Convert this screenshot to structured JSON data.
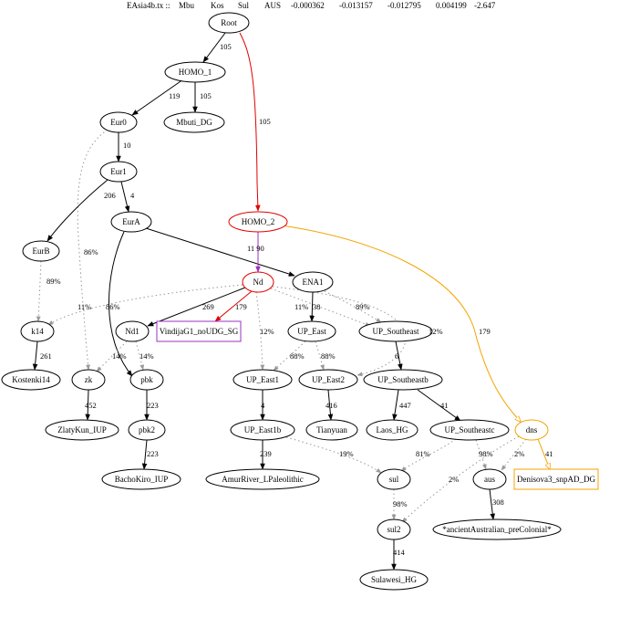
{
  "header": {
    "title": "EAsia4b.tx ::",
    "cols": [
      "Mbu",
      "Kos",
      "Sul",
      "AUS"
    ],
    "stats": [
      "-0.000362",
      "-0.013157",
      "-0.012795",
      "0.004199",
      "-2.647"
    ]
  },
  "colors": {
    "black": "#000000",
    "red": "#e00000",
    "orange": "#f4a300",
    "purple": "#9b30c0",
    "grey": "#999999"
  },
  "nodes": [
    {
      "id": "Root",
      "label": "Root",
      "shape": "ellipse"
    },
    {
      "id": "HOMO_1",
      "label": "HOMO_1",
      "shape": "ellipse"
    },
    {
      "id": "Mbuti_DG",
      "label": "Mbuti_DG",
      "shape": "ellipse"
    },
    {
      "id": "Eur0",
      "label": "Eur0",
      "shape": "ellipse"
    },
    {
      "id": "Eur1",
      "label": "Eur1",
      "shape": "ellipse"
    },
    {
      "id": "EurA",
      "label": "EurA",
      "shape": "ellipse"
    },
    {
      "id": "EurB",
      "label": "EurB",
      "shape": "ellipse"
    },
    {
      "id": "HOMO_2",
      "label": "HOMO_2",
      "shape": "ellipse",
      "color": "red"
    },
    {
      "id": "Nd",
      "label": "Nd",
      "shape": "ellipse",
      "color": "red"
    },
    {
      "id": "ENA1",
      "label": "ENA1",
      "shape": "ellipse"
    },
    {
      "id": "k14",
      "label": "k14",
      "shape": "ellipse"
    },
    {
      "id": "Nd1",
      "label": "Nd1",
      "shape": "ellipse"
    },
    {
      "id": "Vindija",
      "label": "VindijaG1_noUDG_SG",
      "shape": "box",
      "color": "purple"
    },
    {
      "id": "UP_East",
      "label": "UP_East",
      "shape": "ellipse"
    },
    {
      "id": "UP_Southeast",
      "label": "UP_Southeast",
      "shape": "ellipse"
    },
    {
      "id": "Kostenki14",
      "label": "Kostenki14",
      "shape": "ellipse"
    },
    {
      "id": "zk",
      "label": "zk",
      "shape": "ellipse"
    },
    {
      "id": "pbk",
      "label": "pbk",
      "shape": "ellipse"
    },
    {
      "id": "UP_East1",
      "label": "UP_East1",
      "shape": "ellipse"
    },
    {
      "id": "UP_East2",
      "label": "UP_East2",
      "shape": "ellipse"
    },
    {
      "id": "UP_Southeastb",
      "label": "UP_Southeastb",
      "shape": "ellipse"
    },
    {
      "id": "ZlatyKun_IUP",
      "label": "ZlatyKun_IUP",
      "shape": "ellipse"
    },
    {
      "id": "pbk2",
      "label": "pbk2",
      "shape": "ellipse"
    },
    {
      "id": "UP_East1b",
      "label": "UP_East1b",
      "shape": "ellipse"
    },
    {
      "id": "Tianyuan",
      "label": "Tianyuan",
      "shape": "ellipse"
    },
    {
      "id": "Laos_HG",
      "label": "Laos_HG",
      "shape": "ellipse"
    },
    {
      "id": "UP_Southeastc",
      "label": "UP_Southeastc",
      "shape": "ellipse"
    },
    {
      "id": "dns",
      "label": "dns",
      "shape": "ellipse",
      "color": "orange"
    },
    {
      "id": "BachoKiro_IUP",
      "label": "BachoKiro_IUP",
      "shape": "ellipse"
    },
    {
      "id": "AmurRiver",
      "label": "AmurRiver_LPaleolithic",
      "shape": "ellipse"
    },
    {
      "id": "sul",
      "label": "sul",
      "shape": "ellipse"
    },
    {
      "id": "aus",
      "label": "aus",
      "shape": "ellipse"
    },
    {
      "id": "Denisova3",
      "label": "Denisova3_snpAD_DG",
      "shape": "box",
      "color": "orange"
    },
    {
      "id": "sul2",
      "label": "sul2",
      "shape": "ellipse"
    },
    {
      "id": "ancientAus",
      "label": "*ancientAustralian_preColonial*",
      "shape": "ellipse"
    },
    {
      "id": "Sulawesi_HG",
      "label": "Sulawesi_HG",
      "shape": "ellipse"
    }
  ],
  "edges": [
    {
      "id": "e1",
      "from": "Root",
      "to": "HOMO_1",
      "label": "105",
      "style": "solid",
      "color": "black"
    },
    {
      "id": "e2",
      "from": "Root",
      "to": "HOMO_2",
      "label": "105",
      "style": "solid",
      "color": "red"
    },
    {
      "id": "e3",
      "from": "HOMO_1",
      "to": "Eur0",
      "label": "119",
      "style": "solid",
      "color": "black"
    },
    {
      "id": "e4",
      "from": "HOMO_1",
      "to": "Mbuti_DG",
      "label": "105",
      "style": "solid",
      "color": "black"
    },
    {
      "id": "e5",
      "from": "Eur0",
      "to": "Eur1",
      "label": "10",
      "style": "solid",
      "color": "black"
    },
    {
      "id": "e6",
      "from": "Eur0",
      "to": "zk",
      "label": "86%",
      "style": "dotted",
      "color": "grey"
    },
    {
      "id": "e7",
      "from": "Eur1",
      "to": "EurB",
      "label": "206",
      "style": "solid",
      "color": "black"
    },
    {
      "id": "e8",
      "from": "Eur1",
      "to": "EurA",
      "label": "4",
      "style": "solid",
      "color": "black"
    },
    {
      "id": "e9",
      "from": "EurA",
      "to": "ENA1",
      "label": "",
      "style": "solid",
      "color": "black"
    },
    {
      "id": "e10",
      "from": "EurA",
      "to": "pbk",
      "label": "86%",
      "style": "solid",
      "color": "black"
    },
    {
      "id": "e11",
      "from": "EurB",
      "to": "k14",
      "label": "89%",
      "style": "dotted",
      "color": "grey"
    },
    {
      "id": "e12",
      "from": "HOMO_2",
      "to": "Nd",
      "label": "11 90",
      "style": "solid",
      "color": "purple"
    },
    {
      "id": "e13",
      "from": "HOMO_2",
      "to": "dns",
      "label": "179",
      "style": "solid",
      "color": "orange"
    },
    {
      "id": "e14",
      "from": "Nd",
      "to": "Nd1",
      "label": "269",
      "style": "solid",
      "color": "black"
    },
    {
      "id": "e15",
      "from": "Nd",
      "to": "Vindija",
      "label": "179",
      "style": "solid",
      "color": "red"
    },
    {
      "id": "e16",
      "from": "Nd",
      "to": "k14",
      "label": "11%",
      "style": "dotted",
      "color": "grey"
    },
    {
      "id": "e17",
      "from": "Nd",
      "to": "UP_East1",
      "label": "12%",
      "style": "dotted",
      "color": "grey"
    },
    {
      "id": "e18",
      "from": "Nd",
      "to": "UP_Southeast",
      "label": "11%",
      "style": "dotted",
      "color": "grey"
    },
    {
      "id": "e19",
      "from": "Nd",
      "to": "UP_East2",
      "label": "12%",
      "style": "dotted",
      "color": "grey"
    },
    {
      "id": "e20",
      "from": "ENA1",
      "to": "UP_East",
      "label": "38",
      "style": "solid",
      "color": "black"
    },
    {
      "id": "e21",
      "from": "ENA1",
      "to": "UP_Southeast",
      "label": "89%",
      "style": "dotted",
      "color": "grey"
    },
    {
      "id": "e22",
      "from": "k14",
      "to": "Kostenki14",
      "label": "261",
      "style": "solid",
      "color": "black"
    },
    {
      "id": "e23",
      "from": "Nd1",
      "to": "zk",
      "label": "14%",
      "style": "dotted",
      "color": "grey"
    },
    {
      "id": "e24",
      "from": "Nd1",
      "to": "pbk",
      "label": "14%",
      "style": "dotted",
      "color": "grey"
    },
    {
      "id": "e25",
      "from": "UP_East",
      "to": "UP_East1",
      "label": "88%",
      "style": "dotted",
      "color": "grey"
    },
    {
      "id": "e26",
      "from": "UP_East",
      "to": "UP_East2",
      "label": "88%",
      "style": "dotted",
      "color": "grey"
    },
    {
      "id": "e27",
      "from": "UP_Southeast",
      "to": "UP_Southeastb",
      "label": "6",
      "style": "solid",
      "color": "black"
    },
    {
      "id": "e28",
      "from": "zk",
      "to": "ZlatyKun_IUP",
      "label": "452",
      "style": "solid",
      "color": "black"
    },
    {
      "id": "e29",
      "from": "pbk",
      "to": "pbk2",
      "label": "223",
      "style": "solid",
      "color": "black"
    },
    {
      "id": "e30",
      "from": "UP_East1",
      "to": "UP_East1b",
      "label": "4",
      "style": "solid",
      "color": "black"
    },
    {
      "id": "e31",
      "from": "UP_East2",
      "to": "Tianyuan",
      "label": "416",
      "style": "solid",
      "color": "black"
    },
    {
      "id": "e32",
      "from": "UP_Southeastb",
      "to": "Laos_HG",
      "label": "447",
      "style": "solid",
      "color": "black"
    },
    {
      "id": "e33",
      "from": "UP_Southeastb",
      "to": "UP_Southeastc",
      "label": "41",
      "style": "solid",
      "color": "black"
    },
    {
      "id": "e34",
      "from": "pbk2",
      "to": "BachoKiro_IUP",
      "label": "223",
      "style": "solid",
      "color": "black"
    },
    {
      "id": "e35",
      "from": "UP_East1b",
      "to": "AmurRiver",
      "label": "239",
      "style": "solid",
      "color": "black"
    },
    {
      "id": "e36",
      "from": "UP_East1b",
      "to": "sul",
      "label": "19%",
      "style": "dotted",
      "color": "grey"
    },
    {
      "id": "e37",
      "from": "UP_Southeastc",
      "to": "sul",
      "label": "81%",
      "style": "dotted",
      "color": "grey"
    },
    {
      "id": "e38",
      "from": "UP_Southeastc",
      "to": "aus",
      "label": "98%",
      "style": "dotted",
      "color": "grey"
    },
    {
      "id": "e39",
      "from": "dns",
      "to": "aus",
      "label": "2%",
      "style": "dotted",
      "color": "grey"
    },
    {
      "id": "e40",
      "from": "dns",
      "to": "sul2",
      "label": "2%",
      "style": "dotted",
      "color": "grey"
    },
    {
      "id": "e41",
      "from": "dns",
      "to": "Denisova3",
      "label": "41",
      "style": "solid",
      "color": "orange"
    },
    {
      "id": "e42",
      "from": "sul",
      "to": "sul2",
      "label": "98%",
      "style": "dotted",
      "color": "grey"
    },
    {
      "id": "e43",
      "from": "aus",
      "to": "ancientAus",
      "label": "308",
      "style": "solid",
      "color": "black"
    },
    {
      "id": "e44",
      "from": "sul2",
      "to": "Sulawesi_HG",
      "label": "414",
      "style": "solid",
      "color": "black"
    }
  ]
}
